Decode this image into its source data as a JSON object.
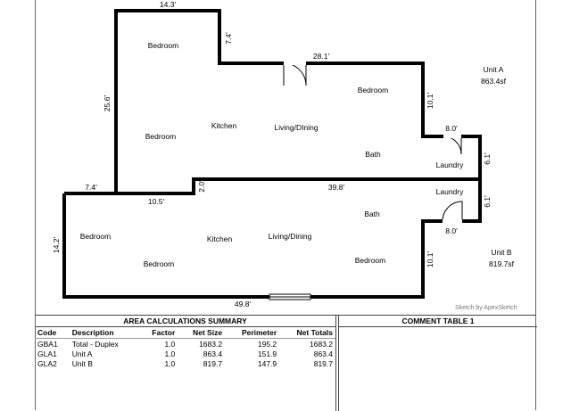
{
  "labels": {
    "dim_top": "14.3'",
    "dim_notch_v": "7.4'",
    "dim_unitA_top": "28.1'",
    "dim_left_upper": "25.6'",
    "dim_right_upper": "10.1'",
    "dim_laundry_a": "8.0'",
    "dim_laundry_a_v": "6.1'",
    "dim_step_left": "7.4'",
    "dim_step_v": "2.0'",
    "dim_step_h": "10.5'",
    "dim_divider": "39.8'",
    "dim_laundry_b_v": "6.1'",
    "dim_laundry_b": "8.0'",
    "dim_left_lower": "14.2'",
    "dim_right_lower": "10.1'",
    "dim_bottom": "49.8'"
  },
  "rooms": {
    "bed_a1": "Bedroom",
    "bed_a2": "Bedroom",
    "kitchen_a": "Kitchen",
    "living_a": "Living/DIning",
    "bed_a3": "Bedroom",
    "bath_a": "Bath",
    "laundry_a": "Laundry",
    "laundry_b": "Laundry",
    "bath_b": "Bath",
    "bed_b1": "Bedroom",
    "kitchen_b": "Kitchen",
    "living_b": "Living/Dining",
    "bed_b2": "Bedroom",
    "bed_b3": "Bedroom"
  },
  "units": {
    "a_name": "Unit A",
    "a_area": "863.4sf",
    "b_name": "Unit B",
    "b_area": "819.7sf"
  },
  "credit": "Sketch by ApexSketch",
  "area_table": {
    "title": "AREA CALCULATIONS SUMMARY",
    "headers": [
      "Code",
      "Description",
      "Factor",
      "Net Size",
      "Perimeter",
      "Net Totals"
    ],
    "rows": [
      [
        "GBA1",
        "Total - Duplex",
        "1.0",
        "1683.2",
        "195.2",
        "1683.2"
      ],
      [
        "GLA1",
        "Unit A",
        "1.0",
        "863.4",
        "151.9",
        "863.4"
      ],
      [
        "GLA2",
        "Unit B",
        "1.0",
        "819.7",
        "147.9",
        "819.7"
      ]
    ]
  },
  "comment_table": {
    "title": "COMMENT TABLE 1"
  }
}
